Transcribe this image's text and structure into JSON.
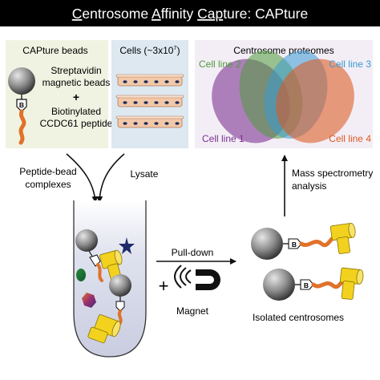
{
  "title": {
    "parts": [
      {
        "text": "C",
        "u": true
      },
      {
        "text": "entrosome ",
        "u": false
      },
      {
        "text": "A",
        "u": true
      },
      {
        "text": "ffinity ",
        "u": false
      },
      {
        "text": "Cap",
        "u": true
      },
      {
        "text": "ture: CAPture",
        "u": false
      }
    ]
  },
  "beads_panel": {
    "title": "CAPture beads",
    "line1": "Streptavidin",
    "line2": "magnetic beads",
    "plus": "+",
    "line3": "Biotinylated",
    "line4": "CCDC61 peptide",
    "biotin_letter": "B"
  },
  "cells_panel": {
    "title_prefix": "Cells (~3x10",
    "title_exp": "7",
    "title_suffix": ")"
  },
  "proteome_panel": {
    "title": "Centrosome proteomes",
    "cell_lines": [
      {
        "label": "Cell line 1",
        "color": "#7a2f8f"
      },
      {
        "label": "Cell line 2",
        "color": "#4f9a3a"
      },
      {
        "label": "Cell line 3",
        "color": "#3a9ad3"
      },
      {
        "label": "Cell line 4",
        "color": "#dd5a23"
      }
    ]
  },
  "labels": {
    "peptide_bead_1": "Peptide-bead",
    "peptide_bead_2": "complexes",
    "lysate": "Lysate",
    "pull_down": "Pull-down",
    "plus": "+",
    "magnet": "Magnet",
    "mass_spec_1": "Mass spectrometry",
    "mass_spec_2": "analysis",
    "isolated": "Isolated centrosomes",
    "biotin_letter": "B"
  },
  "colors": {
    "title_bg": "#000000",
    "beads_panel_bg": "#f1f3e2",
    "cells_panel_bg": "#dde8f1",
    "proteome_panel_bg": "#f3eef6",
    "peptide": "#e0722a",
    "centrosome": "#f2d21f",
    "dish": "#f2c8a8",
    "nucleus": "#1a2d5a"
  }
}
